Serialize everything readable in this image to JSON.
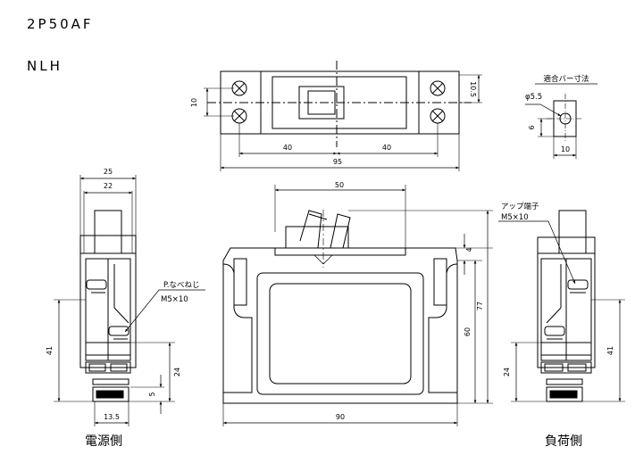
{
  "header": {
    "model": "2P50AF",
    "series": "NLH"
  },
  "captions": {
    "supply_side": "電源側",
    "load_side": "負荷側"
  },
  "notes": {
    "bar_size": "適合バー寸法",
    "phi": "φ5.5",
    "pan_screw_line1": "P.なべねじ",
    "pan_screw_line2": "M5×10",
    "up_terminal_line1": "アップ端子",
    "up_terminal_line2": "M5×10"
  },
  "dims": {
    "top_10": "10",
    "top_10_5": "10.5",
    "top_40_left": "40",
    "top_40_right": "40",
    "top_95": "95",
    "bar_6": "6",
    "bar_10": "10",
    "side_25": "25",
    "side_22": "22",
    "side_41": "41",
    "side_24": "24",
    "side_5": "5",
    "side_13_5": "13.5",
    "front_50": "50",
    "front_4": "4",
    "front_77": "77",
    "front_60": "60",
    "front_90": "90",
    "right_24": "24",
    "right_41": "41"
  }
}
